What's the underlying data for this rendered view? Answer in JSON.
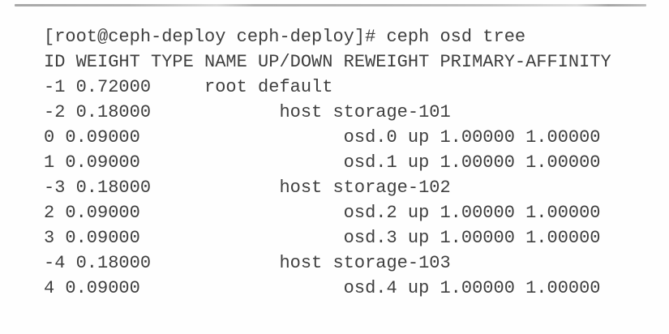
{
  "page": {
    "background_color": "#fefefe",
    "top_rule_color": "#b4b4b4",
    "text_color": "#3f3f3f"
  },
  "terminal": {
    "prompt": "[root@ceph-deploy ceph-deploy]#",
    "prompt_user": "root",
    "prompt_host": "ceph-deploy",
    "prompt_dir": "ceph-deploy",
    "command": "ceph osd tree",
    "header": "ID WEIGHT TYPE NAME UP/DOWN REWEIGHT PRIMARY-AFFINITY",
    "columns": [
      "ID",
      "WEIGHT",
      "TYPE",
      "NAME",
      "UP/DOWN",
      "REWEIGHT",
      "PRIMARY-AFFINITY"
    ],
    "tree": [
      {
        "id": "-1",
        "weight": "0.72000",
        "type": "root",
        "name": "default"
      },
      {
        "id": "-2",
        "weight": "0.18000",
        "type": "host",
        "name": "storage-101"
      },
      {
        "id": "0",
        "weight": "0.09000",
        "name": "osd.0",
        "up_down": "up",
        "reweight": "1.00000",
        "primary_affinity": "1.00000"
      },
      {
        "id": "1",
        "weight": "0.09000",
        "name": "osd.1",
        "up_down": "up",
        "reweight": "1.00000",
        "primary_affinity": "1.00000"
      },
      {
        "id": "-3",
        "weight": "0.18000",
        "type": "host",
        "name": "storage-102"
      },
      {
        "id": "2",
        "weight": "0.09000",
        "name": "osd.2",
        "up_down": "up",
        "reweight": "1.00000",
        "primary_affinity": "1.00000"
      },
      {
        "id": "3",
        "weight": "0.09000",
        "name": "osd.3",
        "up_down": "up",
        "reweight": "1.00000",
        "primary_affinity": "1.00000"
      },
      {
        "id": "-4",
        "weight": "0.18000",
        "type": "host",
        "name": "storage-103"
      },
      {
        "id": "4",
        "weight": "0.09000",
        "name": "osd.4",
        "up_down": "up",
        "reweight": "1.00000",
        "primary_affinity": "1.00000"
      }
    ],
    "lines": [
      "[root@ceph-deploy ceph-deploy]# ceph osd tree",
      "ID WEIGHT TYPE NAME UP/DOWN REWEIGHT PRIMARY-AFFINITY",
      "-1 0.72000     root default",
      "-2 0.18000            host storage-101",
      "0 0.09000                   osd.0 up 1.00000 1.00000",
      "1 0.09000                   osd.1 up 1.00000 1.00000",
      "-3 0.18000            host storage-102",
      "2 0.09000                   osd.2 up 1.00000 1.00000",
      "3 0.09000                   osd.3 up 1.00000 1.00000",
      "-4 0.18000            host storage-103",
      "4 0.09000                   osd.4 up 1.00000 1.00000"
    ]
  }
}
